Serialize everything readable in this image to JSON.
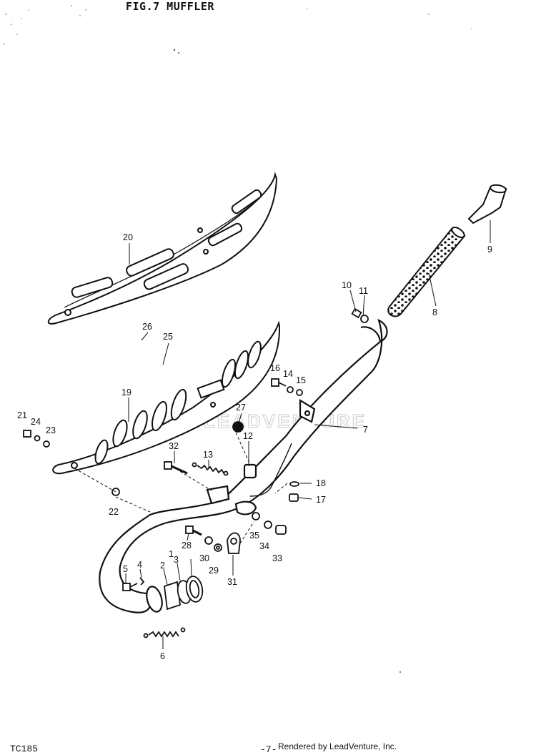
{
  "header": {
    "title": "FIG.7  MUFFLER"
  },
  "footer": {
    "model": "TC185",
    "page": "-7-",
    "credit": "Rendered by LeadVenture, Inc."
  },
  "watermark": {
    "text": "LEADVENTURE"
  },
  "callouts": [
    {
      "id": "c1",
      "label": "1"
    },
    {
      "id": "c2",
      "label": "2"
    },
    {
      "id": "c3",
      "label": "3"
    },
    {
      "id": "c4",
      "label": "4"
    },
    {
      "id": "c5",
      "label": "5"
    },
    {
      "id": "c6",
      "label": "6"
    },
    {
      "id": "c7",
      "label": "7"
    },
    {
      "id": "c8",
      "label": "8"
    },
    {
      "id": "c9",
      "label": "9"
    },
    {
      "id": "c10",
      "label": "10"
    },
    {
      "id": "c11",
      "label": "11"
    },
    {
      "id": "c12",
      "label": "12"
    },
    {
      "id": "c13",
      "label": "13"
    },
    {
      "id": "c14",
      "label": "14"
    },
    {
      "id": "c15",
      "label": "15"
    },
    {
      "id": "c16",
      "label": "16"
    },
    {
      "id": "c17",
      "label": "17"
    },
    {
      "id": "c18",
      "label": "18"
    },
    {
      "id": "c19",
      "label": "19"
    },
    {
      "id": "c20",
      "label": "20"
    },
    {
      "id": "c21",
      "label": "21"
    },
    {
      "id": "c22",
      "label": "22"
    },
    {
      "id": "c23",
      "label": "23"
    },
    {
      "id": "c24",
      "label": "24"
    },
    {
      "id": "c25",
      "label": "25"
    },
    {
      "id": "c26",
      "label": "26"
    },
    {
      "id": "c27",
      "label": "27"
    },
    {
      "id": "c28",
      "label": "28"
    },
    {
      "id": "c29",
      "label": "29"
    },
    {
      "id": "c30",
      "label": "30"
    },
    {
      "id": "c31",
      "label": "31"
    },
    {
      "id": "c32",
      "label": "32"
    },
    {
      "id": "c33",
      "label": "33"
    },
    {
      "id": "c34",
      "label": "34"
    },
    {
      "id": "c35",
      "label": "35"
    }
  ]
}
